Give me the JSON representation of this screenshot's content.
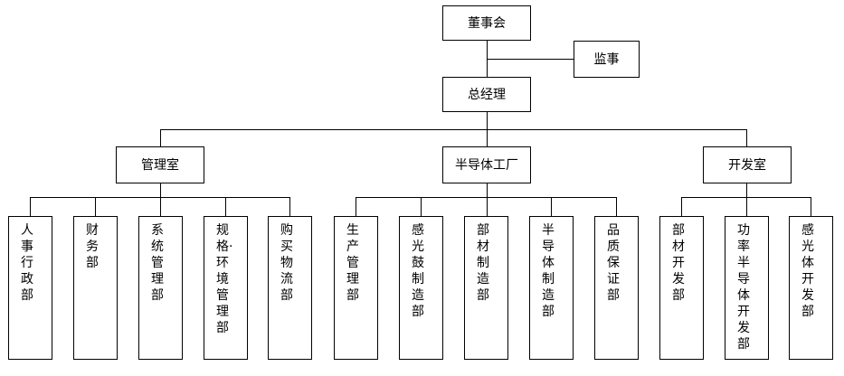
{
  "org": {
    "board": "董事会",
    "supervisor": "监事",
    "gm": "总经理",
    "divisions": [
      {
        "name": "管理室",
        "departments": [
          "人事行政部",
          "财务部",
          "系统管理部",
          "规格·环境管理部",
          "购买物流部"
        ]
      },
      {
        "name": "半导体工厂",
        "departments": [
          "生产管理部",
          "感光鼓制造部",
          "部材制造部",
          "半导体制造部",
          "品质保证部"
        ]
      },
      {
        "name": "开发室",
        "departments": [
          "部材开发部",
          "功率半导体开发部",
          "感光体开发部"
        ]
      }
    ]
  }
}
